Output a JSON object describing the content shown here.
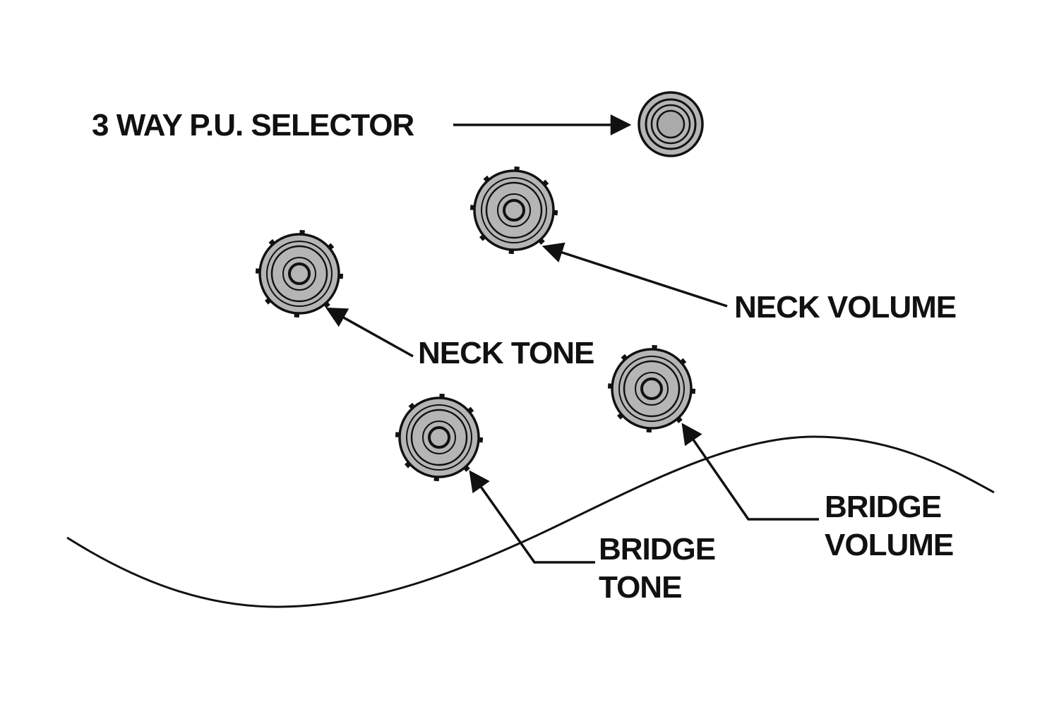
{
  "diagram": {
    "type": "guitar-controls-diagram",
    "labels": {
      "selector": "3 WAY P.U. SELECTOR",
      "neck_volume": "NECK VOLUME",
      "neck_tone": "NECK TONE",
      "bridge_volume_line1": "BRIDGE",
      "bridge_volume_line2": "VOLUME",
      "bridge_tone_line1": "BRIDGE",
      "bridge_tone_line2": "TONE"
    },
    "knobs": [
      {
        "name": "3-way-pickup-selector-switch"
      },
      {
        "name": "neck-volume-knob"
      },
      {
        "name": "neck-tone-knob"
      },
      {
        "name": "bridge-volume-knob"
      },
      {
        "name": "bridge-tone-knob"
      }
    ],
    "colors": {
      "knob_fill": "#b5b5b5",
      "knob_center_fill": "#aaaaaa",
      "line": "#111111",
      "background": "#ffffff"
    }
  }
}
